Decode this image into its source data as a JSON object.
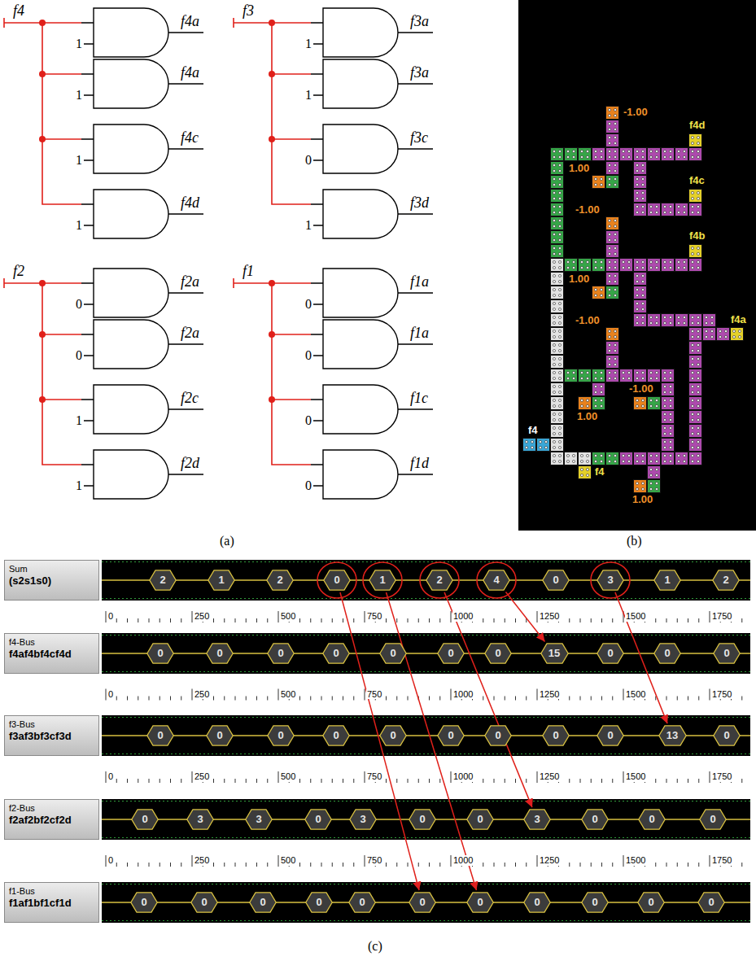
{
  "diagram": {
    "nodes": [
      {
        "text": [
          "Sum",
          "(s2s1s0)"
        ]
      },
      {
        "text": [
          "2"
        ]
      },
      {
        "text": [
          "1"
        ]
      },
      {
        "text": [
          "2"
        ]
      },
      {
        "text": [
          "0"
        ]
      },
      {
        "text": [
          "1"
        ]
      },
      {
        "text": [
          "2"
        ]
      },
      {
        "text": [
          "4"
        ]
      },
      {
        "text": [
          "0"
        ]
      },
      {
        "text": [
          "3"
        ]
      },
      {
        "text": [
          "1"
        ]
      },
      {
        "text": [
          "2"
        ]
      },
      {
        "text": [
          "f4-Bus",
          "f4af4bf4cf4d"
        ]
      },
      {
        "text": [
          "0"
        ]
      },
      {
        "text": [
          "0"
        ]
      },
      {
        "text": [
          "0"
        ]
      },
      {
        "text": [
          "0"
        ]
      },
      {
        "text": [
          "0"
        ]
      },
      {
        "text": [
          "0"
        ]
      },
      {
        "text": [
          "0"
        ]
      },
      {
        "text": [
          "15"
        ]
      },
      {
        "text": [
          "0"
        ]
      },
      {
        "text": [
          "0"
        ]
      },
      {
        "text": [
          "0"
        ]
      },
      {
        "text": [
          "f3-Bus",
          "f3af3bf3cf3d"
        ]
      },
      {
        "text": [
          "0"
        ]
      },
      {
        "text": [
          "0"
        ]
      },
      {
        "text": [
          "0"
        ]
      },
      {
        "text": [
          "0"
        ]
      },
      {
        "text": [
          "0"
        ]
      },
      {
        "text": [
          "0"
        ]
      },
      {
        "text": [
          "0"
        ]
      },
      {
        "text": [
          "0"
        ]
      },
      {
        "text": [
          "0"
        ]
      },
      {
        "text": [
          "13"
        ]
      },
      {
        "text": [
          "0"
        ]
      },
      {
        "text": [
          "f2-Bus",
          "f2af2bf2cf2d"
        ]
      },
      {
        "text": [
          "0"
        ]
      },
      {
        "text": [
          "3"
        ]
      },
      {
        "text": [
          "3"
        ]
      },
      {
        "text": [
          "0"
        ]
      },
      {
        "text": [
          "3"
        ]
      },
      {
        "text": [
          "0"
        ]
      },
      {
        "text": [
          "0"
        ]
      },
      {
        "text": [
          "3"
        ]
      },
      {
        "text": [
          "0"
        ]
      },
      {
        "text": [
          "0"
        ]
      },
      {
        "text": [
          "0"
        ]
      },
      {
        "text": [
          "f1-Bus",
          "f1af1bf1cf1d"
        ]
      },
      {
        "text": [
          "0"
        ]
      },
      {
        "text": [
          "0"
        ]
      },
      {
        "text": [
          "0"
        ]
      },
      {
        "text": [
          "0"
        ]
      },
      {
        "text": [
          "0"
        ]
      },
      {
        "text": [
          "0"
        ]
      },
      {
        "text": [
          "0"
        ]
      },
      {
        "text": [
          "0"
        ]
      },
      {
        "text": [
          "0"
        ]
      },
      {
        "text": [
          "0"
        ]
      },
      {
        "text": [
          "0"
        ]
      }
    ],
    "edges": [
      {
        "from": 4,
        "to": 54,
        "arrow": "to"
      },
      {
        "from": 5,
        "to": 55,
        "arrow": "to"
      },
      {
        "from": 6,
        "to": 44,
        "arrow": "to"
      },
      {
        "from": 7,
        "to": 20,
        "arrow": "to"
      },
      {
        "from": 9,
        "to": 34,
        "arrow": "to"
      }
    ],
    "labels": [
      "f4",
      "1",
      "f4a",
      "1",
      "f4a",
      "1",
      "f4c",
      "1",
      "f4d",
      "f3",
      "1",
      "f3a",
      "1",
      "f3a",
      "0",
      "f3c",
      "1",
      "f3d",
      "f2",
      "0",
      "f2a",
      "0",
      "f2a",
      "1",
      "f2c",
      "1",
      "f2d",
      "f1",
      "0",
      "f1a",
      "0",
      "f1a",
      "0",
      "f1c",
      "0",
      "f1d",
      "(a)",
      "-1.00",
      "f4d",
      "1.00",
      "f4c",
      "-1.00",
      "f4b",
      "1.00",
      "-1.00",
      "f4a",
      "-1.00",
      "1.00",
      "f4",
      "f4",
      "1.00",
      "(b)",
      "0",
      "250",
      "500",
      "750",
      "1000",
      "1250",
      "1500",
      "1750",
      "0",
      "250",
      "500",
      "750",
      "1000",
      "1250",
      "1500",
      "1750",
      "0",
      "250",
      "500",
      "750",
      "1000",
      "1250",
      "1500",
      "1750",
      "0",
      "250",
      "500",
      "750",
      "1000",
      "1250",
      "1500",
      "1750",
      "(c)"
    ]
  }
}
